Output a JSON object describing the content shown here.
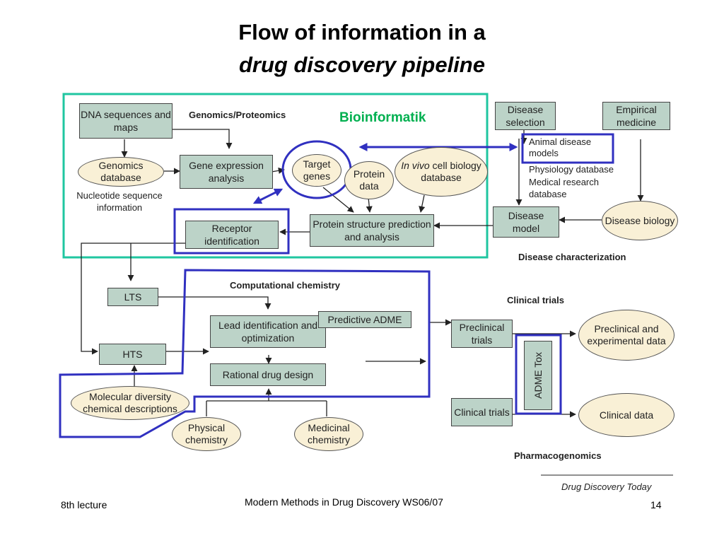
{
  "slide": {
    "title_line1": "Flow of information in a",
    "title_line2": "drug discovery pipeline"
  },
  "colors": {
    "box_fill": "#bcd3c8",
    "ellipse_fill": "#f9f0d6",
    "teal_frame": "#1fc6a0",
    "blue_highlight": "#3030c0",
    "bioinformatik_text": "#00b050"
  },
  "labels": {
    "bioinformatik": "Bioinformatik",
    "genomics_proteomics": "Genomics/Proteomics",
    "nucleotide_info": "Nucleotide sequence information",
    "disease_characterization": "Disease characterization",
    "computational_chemistry": "Computational chemistry",
    "clinical_trials": "Clinical trials",
    "pharmacogenomics": "Pharmacogenomics",
    "source": "Drug Discovery Today"
  },
  "nodes": {
    "dna": "DNA sequences and maps",
    "genomics_db": "Genomics database",
    "gene_expr": "Gene expression analysis",
    "target_genes": "Target genes",
    "protein_data": "Protein data",
    "invivo_italic": "In vivo",
    "invivo_rest": "cell biology database",
    "receptor": "Receptor identification",
    "protein_struct": "Protein structure prediction and analysis",
    "disease_sel": "Disease selection",
    "empirical": "Empirical medicine",
    "db_animal": "Animal disease models",
    "db_physiology": "Physiology database",
    "db_medical": "Medical research database",
    "disease_model": "Disease model",
    "disease_biology": "Disease biology",
    "lts": "LTS",
    "hts": "HTS",
    "lead": "Lead identification and optimization",
    "predictive_adme": "Predictive ADME",
    "rational": "Rational drug design",
    "molecular": "Molecular diversity chemical descriptions",
    "physical": "Physical chemistry",
    "medicinal": "Medicinal chemistry",
    "preclinical_trials": "Preclinical trials",
    "clinical_trials_box": "Clinical trials",
    "adme_tox": "ADME Tox",
    "preclinical_data": "Preclinical and experimental data",
    "clinical_data": "Clinical data"
  },
  "footer": {
    "left": "8th lecture",
    "center": "Modern Methods in Drug Discovery WS06/07",
    "page": "14"
  }
}
